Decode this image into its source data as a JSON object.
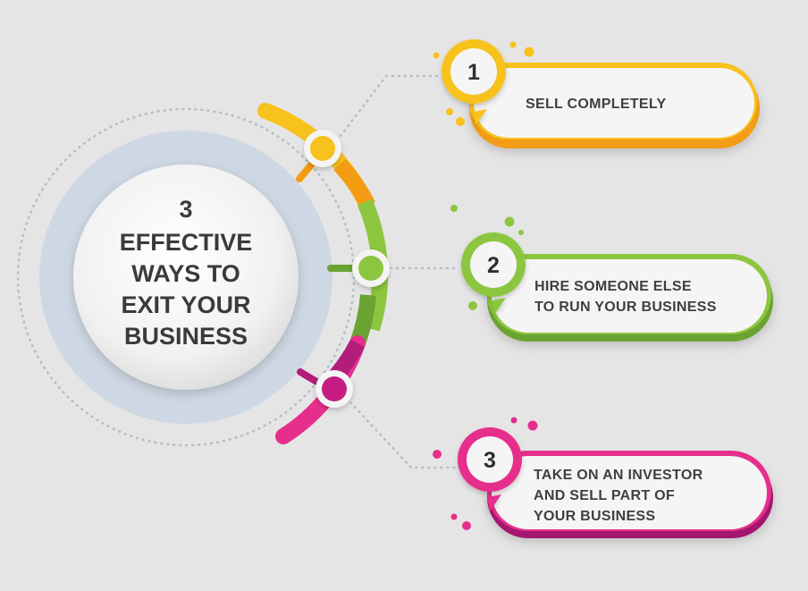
{
  "title": {
    "lines": [
      "3",
      "EFFECTIVE",
      "WAYS TO",
      "EXIT YOUR",
      "BUSINESS"
    ]
  },
  "steps": [
    {
      "number": "1",
      "text": [
        "SELL COMPLETELY"
      ],
      "color": "#f4b616",
      "color_dark": "#f39c12"
    },
    {
      "number": "2",
      "text": [
        "HIRE SOMEONE ELSE",
        "TO RUN YOUR BUSINESS"
      ],
      "color": "#8cc63f",
      "color_dark": "#6aa332"
    },
    {
      "number": "3",
      "text": [
        "TAKE ON AN INVESTOR",
        "AND SELL PART OF",
        "YOUR BUSINESS"
      ],
      "color": "#e62f8c",
      "color_dark": "#a3186f"
    }
  ],
  "colors": {
    "background": "#e6e5e6",
    "halo": "#ced8e4",
    "circle": "#f3f3f3",
    "dots": "#aebfc9"
  }
}
